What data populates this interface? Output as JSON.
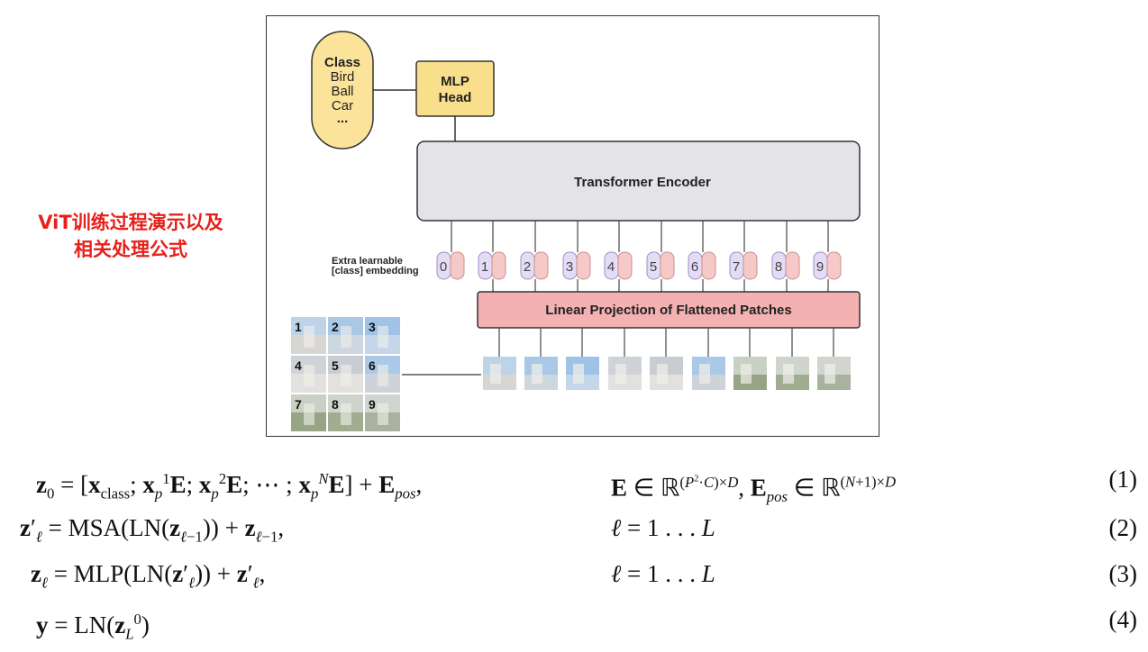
{
  "caption": {
    "line1": "ViT训练过程演示以及",
    "line2": "相关处理公式"
  },
  "diagram": {
    "classes_box": [
      "Class",
      "Bird",
      "Ball",
      "Car",
      "..."
    ],
    "mlp_head": [
      "MLP",
      "Head"
    ],
    "encoder_label": "Transformer Encoder",
    "extra_label": [
      "Extra learnable",
      "[class] embedding"
    ],
    "projection_label": "Linear Projection of Flattened Patches",
    "token_indices": [
      "0",
      "1",
      "2",
      "3",
      "4",
      "5",
      "6",
      "7",
      "8",
      "9"
    ],
    "patch_numbers": [
      "1",
      "2",
      "3",
      "4",
      "5",
      "6",
      "7",
      "8",
      "9"
    ],
    "colors": {
      "classes_fill": "#fbe49a",
      "mlp_fill": "#f9df8c",
      "encoder_fill": "#e3e3e8",
      "projection_fill": "#f3b1b1",
      "token_left_fill": "#e4dcf5",
      "token_right_fill": "#f6c9c9",
      "caption_red": "#e8201a"
    }
  },
  "equations": [
    {
      "number": "(1)"
    },
    {
      "number": "(2)"
    },
    {
      "number": "(3)"
    },
    {
      "number": "(4)"
    }
  ]
}
